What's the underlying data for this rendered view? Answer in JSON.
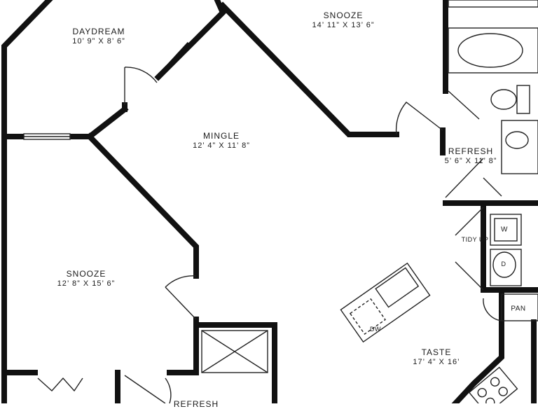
{
  "rooms": {
    "daydream": {
      "name": "DAYDREAM",
      "dim": "10’ 9” X 8’ 6”"
    },
    "snooze_top": {
      "name": "SNOOZE",
      "dim": "14’ 11” X 13’ 6”"
    },
    "mingle": {
      "name": "MINGLE",
      "dim": "12’ 4” X 11’ 8”"
    },
    "refresh_main": {
      "name": "REFRESH",
      "dim": "5’ 6” X 11’ 8”"
    },
    "snooze_left": {
      "name": "SNOOZE",
      "dim": "12’ 8” X 15’ 6”"
    },
    "taste": {
      "name": "TASTE",
      "dim": "17’ 4” X 16’"
    },
    "refresh_bottom": {
      "name": "REFRESH"
    }
  },
  "fixtures": {
    "tidy_up": "TIDY UP",
    "washer": "W",
    "dryer": "D",
    "pantry": "PAN",
    "dishwasher": "DW"
  },
  "colors": {
    "wall": "#111111",
    "line": "#222222",
    "background": "#ffffff"
  }
}
